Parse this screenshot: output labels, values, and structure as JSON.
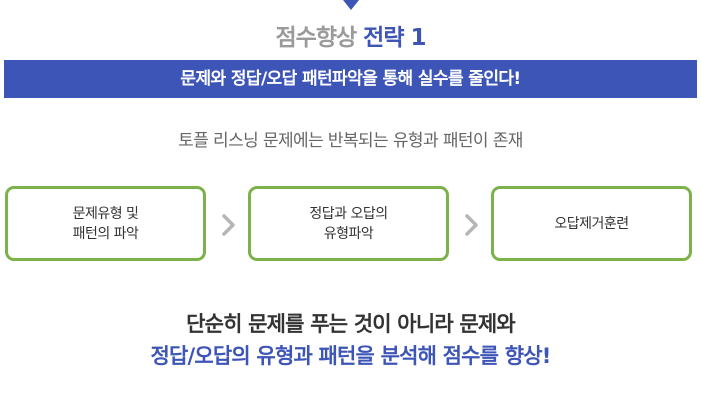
{
  "heading": {
    "prefix": "점수향상",
    "emphasis": "전략 1"
  },
  "banner": {
    "text": "문제와 정답/오답 패턴파악을 통해  실수를 줄인다!"
  },
  "subtitle": "토플 리스닝 문제에는 반복되는 유형과 패턴이 존재",
  "steps": [
    {
      "line1": "문제유형 및",
      "line2": "패턴의 파악"
    },
    {
      "line1": "정답과 오답의",
      "line2": "유형파악"
    },
    {
      "line1": "오답제거훈련",
      "line2": ""
    }
  ],
  "closing": {
    "line1": "단순히 문제를 푸는 것이 아니라 문제와",
    "line2": "정답/오답의 유형과 패턴을 분석해 점수를 향상!"
  },
  "colors": {
    "accent": "#3e55b8",
    "box_border": "#7bb24a",
    "chevron": "#b5b5b5"
  }
}
